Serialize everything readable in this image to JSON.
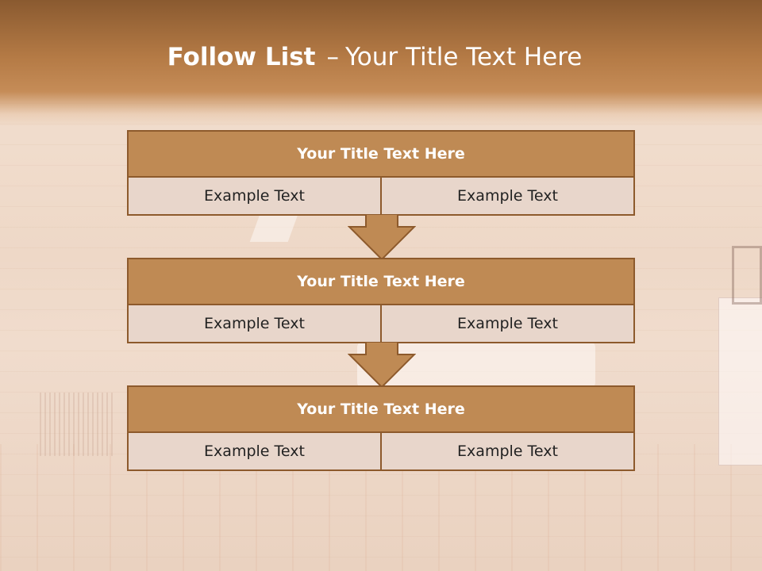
{
  "slide": {
    "title_bold": "Follow List",
    "title_separator": "–",
    "title_rest": "Your Title Text Here"
  },
  "steps": [
    {
      "title": "Your Title Text Here",
      "left": "Example Text",
      "right": "Example Text"
    },
    {
      "title": "Your Title Text Here",
      "left": "Example Text",
      "right": "Example Text"
    },
    {
      "title": "Your Title Text Here",
      "left": "Example Text",
      "right": "Example Text"
    }
  ],
  "colors": {
    "header_fill": "#bf8a54",
    "border": "#8d5a2c",
    "cell_fill": "#e8d6cb",
    "title_band": "#b47a45"
  }
}
